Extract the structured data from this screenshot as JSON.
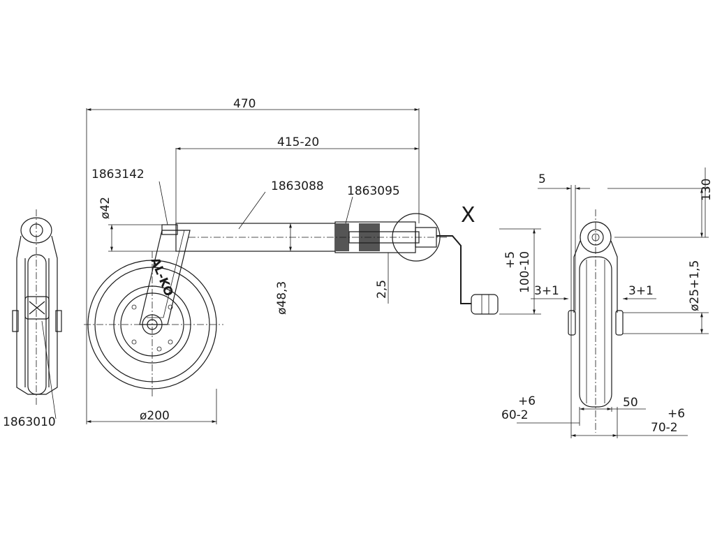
{
  "dimensions": {
    "overall_length": "470",
    "tube_length": "415-20",
    "tube_diameter_top": "ø42",
    "tube_diameter": "ø48,3",
    "wheel_diameter": "ø200",
    "offset": "2,5",
    "crank_height_tol": "+5",
    "crank_height": "100-10",
    "side_gap": "5",
    "side_height": "130",
    "axle_clearance_left": "3+1",
    "axle_clearance_right": "3+1",
    "axle_diameter": "ø25+1,5",
    "tyre_width": "50",
    "width_inner_tol": "+6",
    "width_inner": "60-2",
    "width_outer_tol": "+6",
    "width_outer": "70-2"
  },
  "part_numbers": {
    "clamp": "1863142",
    "tube": "1863088",
    "spindle": "1863095",
    "axle_cap": "1863010"
  },
  "detail_label": "X",
  "brand_logo": "AL-KO"
}
